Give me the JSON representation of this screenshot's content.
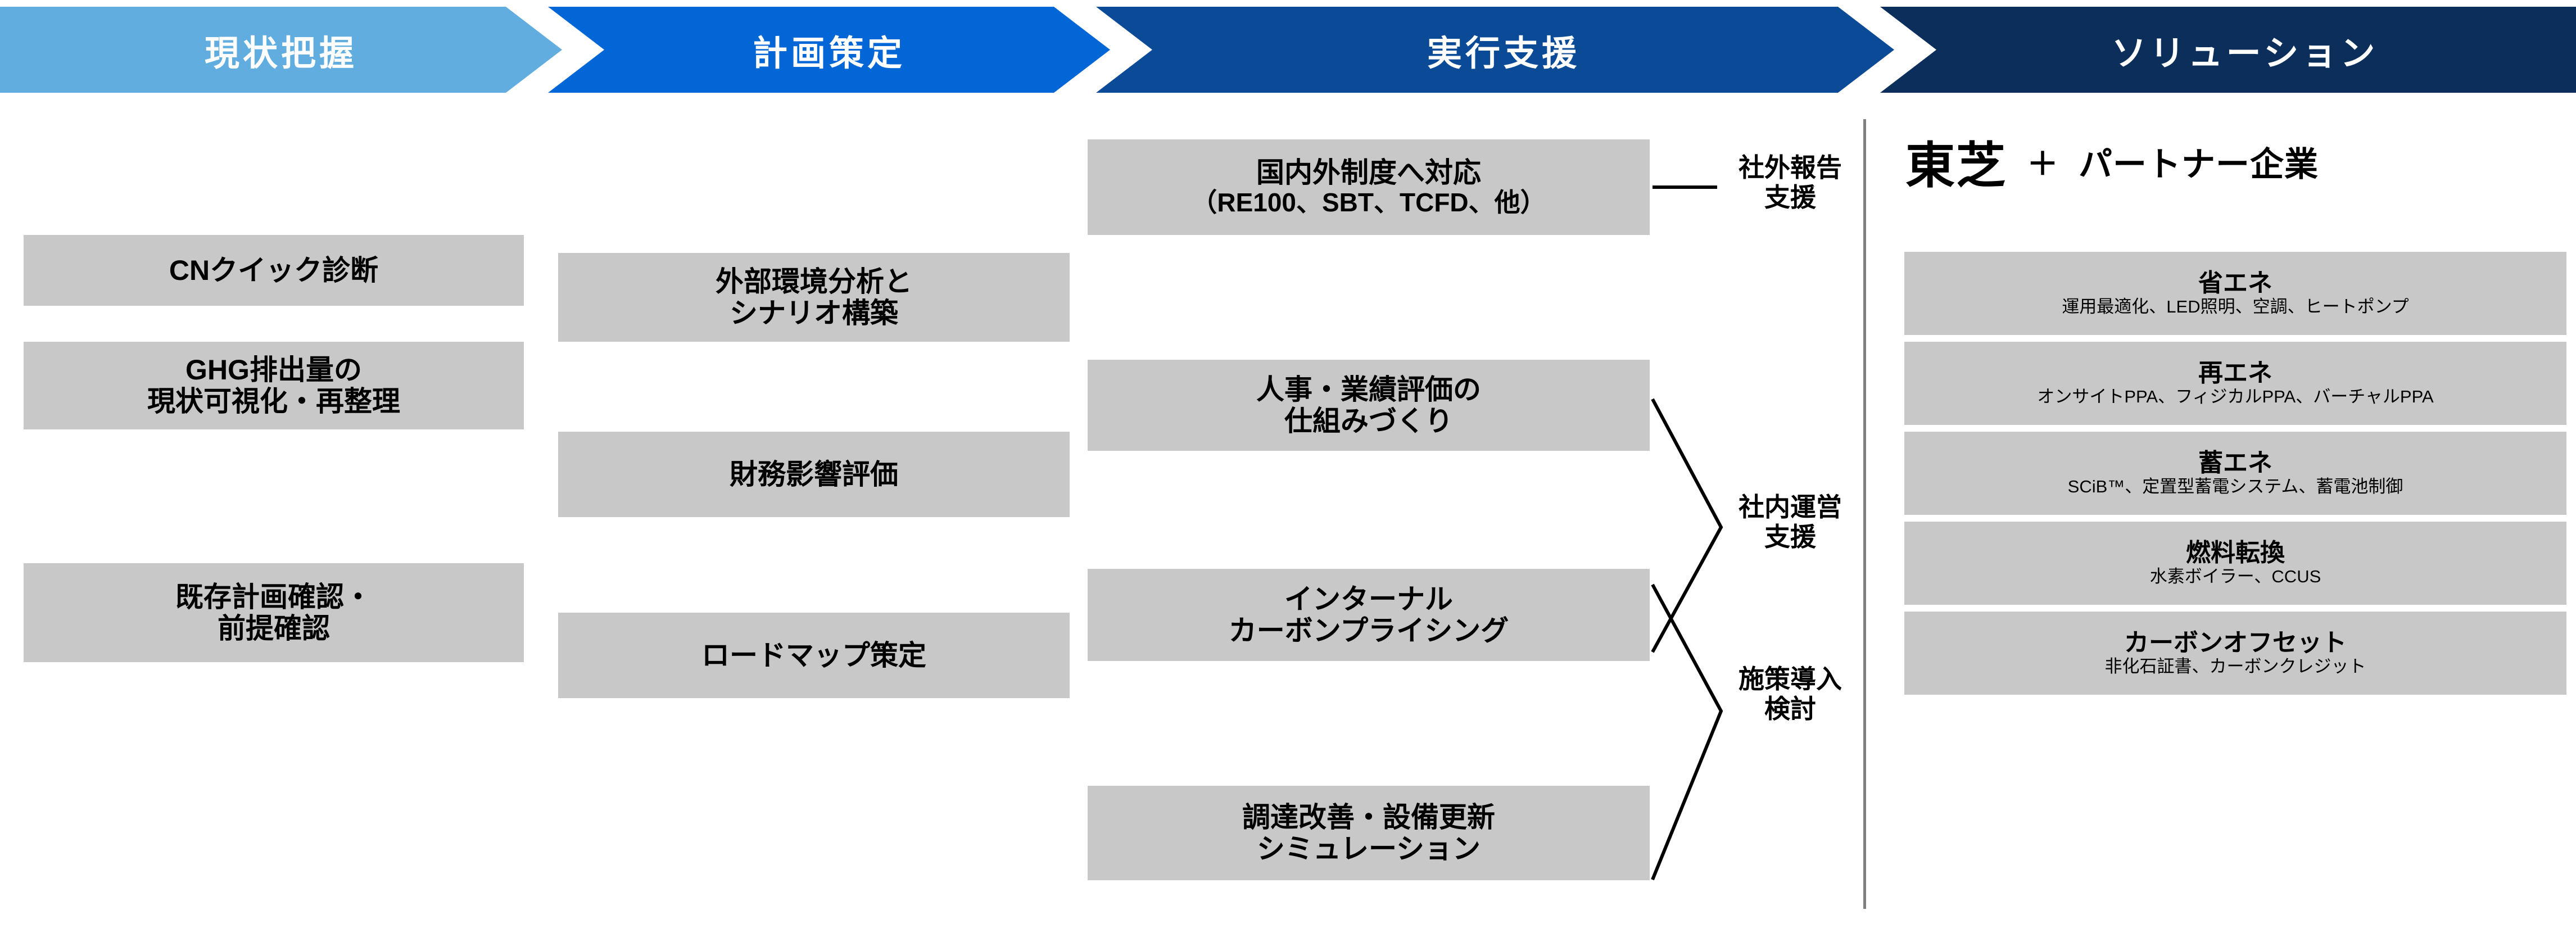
{
  "header": {
    "steps": [
      {
        "label": "現状把握",
        "color": "#61ADE0"
      },
      {
        "label": "計画策定",
        "color": "#0366D6"
      },
      {
        "label": "実行支援",
        "color": "#0B4A96"
      },
      {
        "label": "ソリューション",
        "color": "#0B2E5B"
      }
    ]
  },
  "columns": {
    "assessment": {
      "cards": [
        {
          "lines": [
            "CNクイック診断"
          ]
        },
        {
          "lines": [
            "GHG排出量の",
            "現状可視化・再整理"
          ]
        },
        {
          "lines": [
            "既存計画確認・",
            "前提確認"
          ]
        }
      ]
    },
    "planning": {
      "cards": [
        {
          "lines": [
            "外部環境分析と",
            "シナリオ構築"
          ]
        },
        {
          "lines": [
            "財務影響評価"
          ]
        },
        {
          "lines": [
            "ロードマップ策定"
          ]
        }
      ]
    },
    "execution": {
      "cards": [
        {
          "lines": [
            "国内外制度へ対応",
            "（RE100、SBT、TCFD、他）"
          ]
        },
        {
          "lines": [
            "人事・業績評価の",
            "仕組みづくり"
          ]
        },
        {
          "lines": [
            "インターナル",
            "カーボンプライシング"
          ]
        },
        {
          "lines": [
            "調達改善・設備更新",
            "シミュレーション"
          ]
        }
      ],
      "bracket_labels": [
        {
          "lines": [
            "社外報告",
            "支援"
          ]
        },
        {
          "lines": [
            "社内運営",
            "支援"
          ]
        },
        {
          "lines": [
            "施策導入",
            "検討"
          ]
        }
      ]
    },
    "solution": {
      "heading": {
        "brand": "東芝",
        "plus": "＋",
        "partner": "パートナー企業"
      },
      "cards": [
        {
          "title": "省エネ",
          "desc": "運用最適化、LED照明、空調、ヒートポンプ"
        },
        {
          "title": "再エネ",
          "desc": "オンサイトPPA、フィジカルPPA、バーチャルPPA"
        },
        {
          "title": "蓄エネ",
          "desc": "SCiB™、定置型蓄電システム、蓄電池制御"
        },
        {
          "title": "燃料転換",
          "desc": "水素ボイラー、CCUS"
        },
        {
          "title": "カーボンオフセット",
          "desc": "非化石証書、カーボンクレジット"
        }
      ]
    }
  },
  "theme": {
    "card_gray": "#C8C8C8",
    "divider_gray": "#808080",
    "text_black": "#000000",
    "text_white": "#FFFFFF"
  }
}
